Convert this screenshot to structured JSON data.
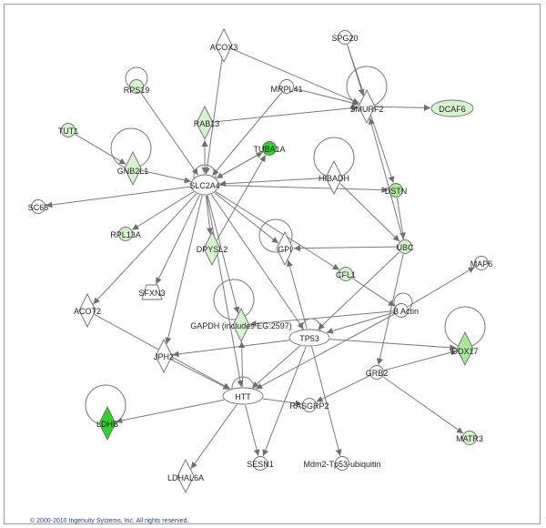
{
  "colors": {
    "none": "#ffffff",
    "light": "#d6f5cf",
    "medium": "#a9e89a",
    "strong": "#2fd12f",
    "stroke": "#6e6e6e",
    "edge": "#7a7a7a"
  },
  "copyright": "© 2000-2010 Ingenuity Systems, Inc. All rights reserved.",
  "nodes": [
    {
      "id": "ACOX3",
      "label": "ACOX3",
      "shape": "diamond",
      "fill": "none"
    },
    {
      "id": "SPG20",
      "label": "SPG20",
      "shape": "circle",
      "fill": "none"
    },
    {
      "id": "RPS19",
      "label": "RPS19",
      "shape": "circle",
      "fill": "light"
    },
    {
      "id": "MRPL41",
      "label": "MRPL41",
      "shape": "circle",
      "fill": "none"
    },
    {
      "id": "SMURF2",
      "label": "SMURF2",
      "shape": "diamond",
      "fill": "none"
    },
    {
      "id": "DCAF6",
      "label": "DCAF6",
      "shape": "ellipse",
      "fill": "light"
    },
    {
      "id": "RAB13",
      "label": "RAB13",
      "shape": "diamond",
      "fill": "light"
    },
    {
      "id": "TUT1",
      "label": "TUT1",
      "shape": "circle",
      "fill": "light"
    },
    {
      "id": "TUBA1A",
      "label": "TUBA1A",
      "shape": "circle",
      "fill": "strong"
    },
    {
      "id": "GNB2L1",
      "label": "GNB2L1",
      "shape": "diamond",
      "fill": "light"
    },
    {
      "id": "HIBADH",
      "label": "HIBADH",
      "shape": "diamond",
      "fill": "none"
    },
    {
      "id": "SLC2A4",
      "label": "SLC2A4",
      "shape": "ellipse",
      "fill": "none"
    },
    {
      "id": "DSTN",
      "label": "DSTN",
      "shape": "circle",
      "fill": "medium"
    },
    {
      "id": "SC65",
      "label": "SC65",
      "shape": "circle",
      "fill": "none"
    },
    {
      "id": "RPL13A",
      "label": "RPL13A",
      "shape": "circle",
      "fill": "light"
    },
    {
      "id": "DPYSL2",
      "label": "DPYSL2",
      "shape": "diamond",
      "fill": "light"
    },
    {
      "id": "GPI",
      "label": "GPI",
      "shape": "diamond",
      "fill": "none"
    },
    {
      "id": "UBC",
      "label": "UBC",
      "shape": "circle",
      "fill": "light"
    },
    {
      "id": "MAP6",
      "label": "MAP6",
      "shape": "circle",
      "fill": "none"
    },
    {
      "id": "CFL1",
      "label": "CFL1",
      "shape": "circle",
      "fill": "light"
    },
    {
      "id": "SFXN3",
      "label": "SFXN3",
      "shape": "trapezoid",
      "fill": "none"
    },
    {
      "id": "ACOT2",
      "label": "ACOT2",
      "shape": "diamond",
      "fill": "none"
    },
    {
      "id": "BActin",
      "label": "B Actin",
      "shape": "circle",
      "fill": "none"
    },
    {
      "id": "GAPDH",
      "label": "GAPDH (includes EG:2597)",
      "shape": "diamond",
      "fill": "light"
    },
    {
      "id": "TP53",
      "label": "TP53",
      "shape": "ellipse",
      "fill": "none"
    },
    {
      "id": "DDX17",
      "label": "DDX17",
      "shape": "diamond",
      "fill": "medium"
    },
    {
      "id": "JPH2",
      "label": "JPH2",
      "shape": "diamond",
      "fill": "none"
    },
    {
      "id": "GRB2",
      "label": "GRB2",
      "shape": "circle",
      "fill": "none"
    },
    {
      "id": "HTT",
      "label": "HTT",
      "shape": "ellipse",
      "fill": "none"
    },
    {
      "id": "RASGRP2",
      "label": "RASGRP2",
      "shape": "circle",
      "fill": "none"
    },
    {
      "id": "LDHB",
      "label": "LDHB",
      "shape": "diamond",
      "fill": "strong"
    },
    {
      "id": "MATR3",
      "label": "MATR3",
      "shape": "circle",
      "fill": "light"
    },
    {
      "id": "SESN1",
      "label": "SESN1",
      "shape": "circle",
      "fill": "none"
    },
    {
      "id": "Mdm2",
      "label": "Mdm2-Tp53-ubiquitin",
      "shape": "circle",
      "fill": "none"
    },
    {
      "id": "LDHAL6A",
      "label": "LDHAL6A",
      "shape": "diamond",
      "fill": "none"
    }
  ],
  "edges": [
    [
      "ACOX3",
      "SLC2A4"
    ],
    [
      "ACOX3",
      "SMURF2"
    ],
    [
      "SPG20",
      "SMURF2"
    ],
    [
      "SPG20",
      "DSTN"
    ],
    [
      "RPS19",
      "SLC2A4"
    ],
    [
      "MRPL41",
      "SLC2A4"
    ],
    [
      "MRPL41",
      "SMURF2"
    ],
    [
      "RAB13",
      "SMURF2"
    ],
    [
      "RAB13",
      "SLC2A4"
    ],
    [
      "SMURF2",
      "DCAF6"
    ],
    [
      "TUT1",
      "GNB2L1"
    ],
    [
      "GNB2L1",
      "SLC2A4"
    ],
    [
      "TUBA1A",
      "SLC2A4"
    ],
    [
      "HIBADH",
      "SLC2A4"
    ],
    [
      "HIBADH",
      "UBC"
    ],
    [
      "SLC2A4",
      "DSTN"
    ],
    [
      "SLC2A4",
      "SC65"
    ],
    [
      "SLC2A4",
      "RPL13A"
    ],
    [
      "SLC2A4",
      "DPYSL2"
    ],
    [
      "SLC2A4",
      "SFXN3"
    ],
    [
      "SLC2A4",
      "ACOT2"
    ],
    [
      "SLC2A4",
      "GAPDH"
    ],
    [
      "SLC2A4",
      "HTT"
    ],
    [
      "SLC2A4",
      "TP53"
    ],
    [
      "SLC2A4",
      "JPH2"
    ],
    [
      "SLC2A4",
      "GPI"
    ],
    [
      "SLC2A4",
      "CFL1"
    ],
    [
      "SLC2A4",
      "TUBA1A"
    ],
    [
      "DSTN",
      "UBC"
    ],
    [
      "UBC",
      "TP53"
    ],
    [
      "UBC",
      "GRB2"
    ],
    [
      "UBC",
      "GPI"
    ],
    [
      "UBC",
      "SMURF2"
    ],
    [
      "CFL1",
      "BActin"
    ],
    [
      "BActin",
      "MAP6"
    ],
    [
      "BActin",
      "TP53"
    ],
    [
      "BActin",
      "HTT"
    ],
    [
      "BActin",
      "GAPDH"
    ],
    [
      "GRB2",
      "DDX17"
    ],
    [
      "GRB2",
      "MATR3"
    ],
    [
      "GRB2",
      "RASGRP2"
    ],
    [
      "TP53",
      "DDX17"
    ],
    [
      "TP53",
      "SESN1"
    ],
    [
      "TP53",
      "HTT"
    ],
    [
      "TP53",
      "GPI"
    ],
    [
      "TP53",
      "Mdm2"
    ],
    [
      "TP53",
      "JPH2"
    ],
    [
      "ACOT2",
      "HTT"
    ],
    [
      "JPH2",
      "HTT"
    ],
    [
      "HTT",
      "LDHB"
    ],
    [
      "HTT",
      "SESN1"
    ],
    [
      "HTT",
      "LDHAL6A"
    ],
    [
      "HTT",
      "RASGRP2"
    ],
    [
      "HTT",
      "GAPDH"
    ],
    [
      "DPYSL2",
      "TUBA1A"
    ],
    [
      "SLC2A4",
      "RAB13"
    ]
  ]
}
